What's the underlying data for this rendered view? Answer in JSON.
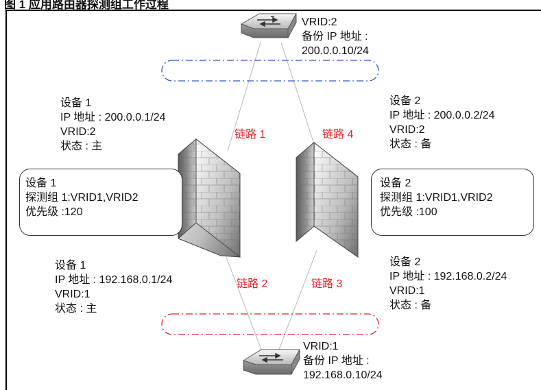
{
  "title": "图 1  应用路由器探测组工作过程",
  "top_switch": {
    "lines": [
      "VRID:2",
      "备份 IP 地址 :",
      "200.0.0.10/24"
    ]
  },
  "bottom_switch": {
    "lines": [
      "VRID:1",
      "备份 IP 地址 :",
      "192.168.0.10/24"
    ]
  },
  "device1_upper": {
    "lines": [
      "设备 1",
      "IP 地址 : 200.0.0.1/24",
      "VRID:2",
      "状态 : 主"
    ]
  },
  "device2_upper": {
    "lines": [
      "设备 2",
      "IP 地址 : 200.0.0.2/24",
      "VRID:2",
      "状态 : 备"
    ]
  },
  "device1_lower": {
    "lines": [
      "设备 1",
      "IP 地址 : 192.168.0.1/24",
      "VRID:1",
      "状态 : 主"
    ]
  },
  "device2_lower": {
    "lines": [
      "设备 2",
      "IP 地址 : 192.168.0.2/24",
      "VRID:1",
      "状态 : 备"
    ]
  },
  "device1_box": {
    "lines": [
      "设备 1",
      "探测组 1:VRID1,VRID2",
      "优先级 :120"
    ]
  },
  "device2_box": {
    "lines": [
      "设备 2",
      "探测组 1:VRID1,VRID2",
      "优先级 :100"
    ]
  },
  "links": {
    "link1": "链路 1",
    "link2": "链路 2",
    "link3": "链路 3",
    "link4": "链路 4"
  },
  "colors": {
    "link_label": "#e8202a",
    "vrrp_top": "#2a55d8",
    "vrrp_bottom": "#e8202a",
    "line": "#b8b8b8"
  }
}
